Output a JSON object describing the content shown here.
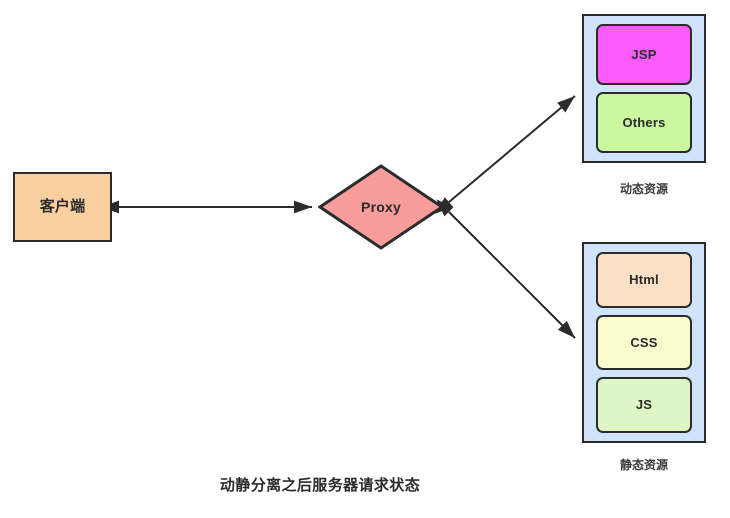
{
  "figure": {
    "title": "动静分离之后服务器请求状态"
  },
  "nodes": {
    "client": {
      "label": "客户端",
      "fill": "#FBD0A0",
      "stroke": "#2b2b2b",
      "shape": "rectangle"
    },
    "proxy": {
      "label": "Proxy",
      "fill": "#F89C9C",
      "stroke": "#2b2b2b",
      "shape": "diamond"
    }
  },
  "groups": [
    {
      "id": "dynamic",
      "caption": "动态资源",
      "fill": "#CFE3FA",
      "stroke": "#2b2b2b",
      "items": [
        {
          "label": "JSP",
          "fill": "#FB5BFB"
        },
        {
          "label": "Others",
          "fill": "#CCF6A0"
        }
      ]
    },
    {
      "id": "static",
      "caption": "静态资源",
      "fill": "#CFE3FA",
      "stroke": "#2b2b2b",
      "items": [
        {
          "label": "Html",
          "fill": "#FBE0C6"
        },
        {
          "label": "CSS",
          "fill": "#FBFBCE"
        },
        {
          "label": "JS",
          "fill": "#DEF6C6"
        }
      ]
    }
  ],
  "edges": [
    {
      "id": "client-proxy",
      "from": "client",
      "to": "proxy",
      "direction": "bidirectional",
      "color": "#2b2b2b"
    },
    {
      "id": "proxy-dynamic",
      "from": "proxy",
      "to": "dynamic",
      "direction": "bidirectional",
      "color": "#2b2b2b"
    },
    {
      "id": "proxy-static",
      "from": "proxy",
      "to": "static",
      "direction": "bidirectional",
      "color": "#2b2b2b"
    }
  ]
}
